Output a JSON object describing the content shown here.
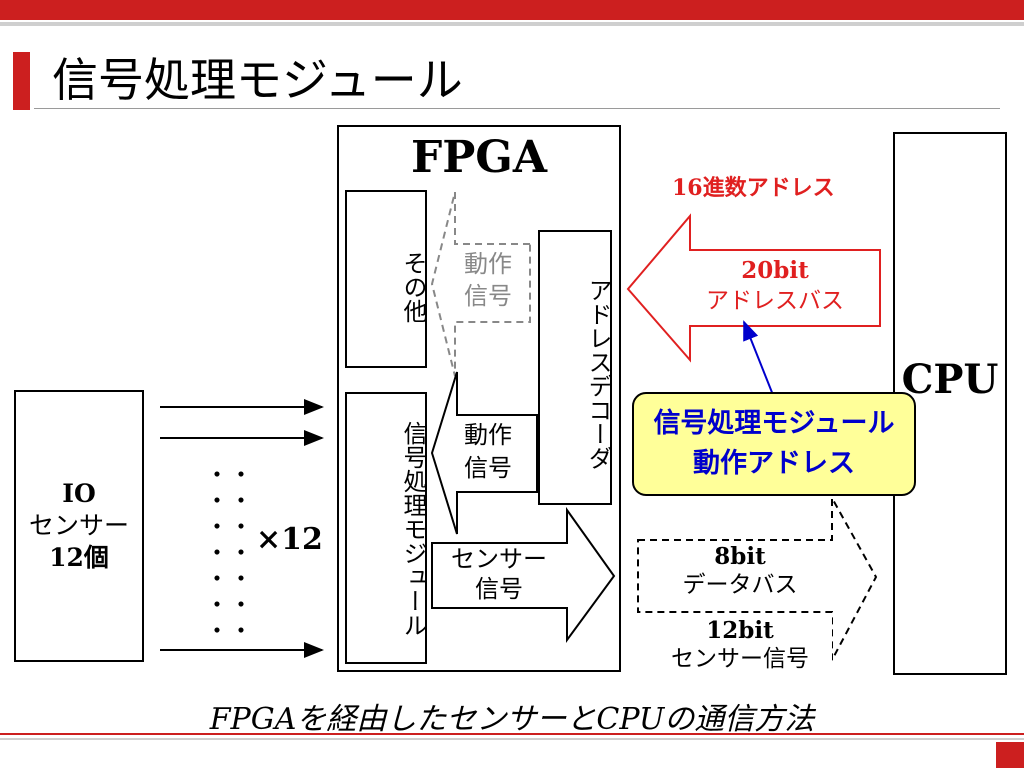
{
  "slide": {
    "title": "信号処理モジュール",
    "caption": "FPGAを経由したセンサーとCPUの通信方法"
  },
  "diagram": {
    "io_sensor": {
      "line1": "IO",
      "line2": "センサー",
      "line3": "12個"
    },
    "dots": "・・",
    "multiplier": "×12",
    "fpga": {
      "title": "FPGA"
    },
    "other_block": "その他",
    "signal_module_block": "信号処理モジュール",
    "address_decoder_block": "アドレスデコーダ",
    "dashed_action_signal": {
      "line1": "動作",
      "line2": "信号"
    },
    "action_signal_arrow": {
      "line1": "動作",
      "line2": "信号"
    },
    "sensor_signal_arrow": {
      "line1": "センサー",
      "line2": "信号"
    },
    "hex_address_label": "16進数アドレス",
    "address_bus_arrow": {
      "line1": "20bit",
      "line2": "アドレスバス"
    },
    "data_bus_arrow": {
      "line1": "8bit",
      "line2": "データバス",
      "line3": "12bit",
      "line4": "センサー信号"
    },
    "callout": {
      "line1": "信号処理モジュール",
      "line2": "動作アドレス"
    },
    "cpu": "CPU"
  },
  "colors": {
    "accent_red": "#cc1f1f",
    "callout_fill": "#ffff99",
    "callout_text": "#0000cc",
    "dashed_gray": "#888888"
  }
}
